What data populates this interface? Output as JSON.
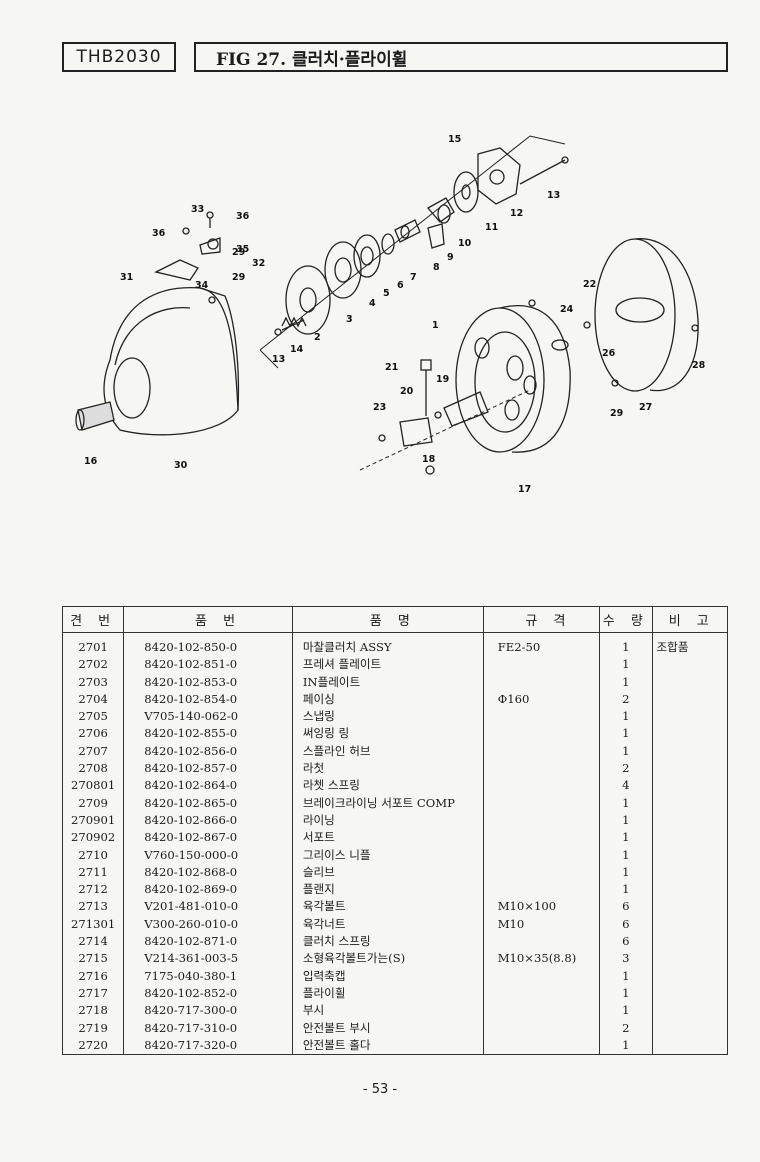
{
  "header": {
    "model": "THB2030",
    "figure_title": "FIG 27. 클러치·플라이휠"
  },
  "diagram": {
    "callouts": [
      "1",
      "2",
      "3",
      "4",
      "5",
      "6",
      "7",
      "8",
      "9",
      "10",
      "11",
      "12",
      "13",
      "14",
      "15",
      "16",
      "17",
      "18",
      "19",
      "20",
      "21",
      "22",
      "23",
      "24",
      "26",
      "27",
      "28",
      "29",
      "30",
      "31",
      "32",
      "33",
      "34",
      "35",
      "36"
    ]
  },
  "table": {
    "headers": {
      "no": "견 번",
      "part_no": "품 번",
      "name": "품 명",
      "spec": "규 격",
      "qty": "수 량",
      "remark": "비 고"
    },
    "rows": [
      {
        "no": "2701",
        "pn": "8420-102-850-0",
        "name": "마찰클러치 ASSY",
        "spec": "FE2-50",
        "qty": "1",
        "remark": "조합품"
      },
      {
        "no": "2702",
        "pn": "8420-102-851-0",
        "name": "프레셔 플레이트",
        "spec": "",
        "qty": "1",
        "remark": ""
      },
      {
        "no": "2703",
        "pn": "8420-102-853-0",
        "name": "IN플레이트",
        "spec": "",
        "qty": "1",
        "remark": ""
      },
      {
        "no": "2704",
        "pn": "8420-102-854-0",
        "name": "페이싱",
        "spec": "Φ160",
        "qty": "2",
        "remark": ""
      },
      {
        "no": "2705",
        "pn": "V705-140-062-0",
        "name": "스냅링",
        "spec": "",
        "qty": "1",
        "remark": ""
      },
      {
        "no": "2706",
        "pn": "8420-102-855-0",
        "name": "써잉링 링",
        "spec": "",
        "qty": "1",
        "remark": ""
      },
      {
        "no": "2707",
        "pn": "8420-102-856-0",
        "name": "스플라인 허브",
        "spec": "",
        "qty": "1",
        "remark": ""
      },
      {
        "no": "2708",
        "pn": "8420-102-857-0",
        "name": "라첫",
        "spec": "",
        "qty": "2",
        "remark": ""
      },
      {
        "no": "270801",
        "pn": "8420-102-864-0",
        "name": "라쳇 스프링",
        "spec": "",
        "qty": "4",
        "remark": ""
      },
      {
        "no": "2709",
        "pn": "8420-102-865-0",
        "name": "브레이크라이닝 서포트 COMP",
        "spec": "",
        "qty": "1",
        "remark": ""
      },
      {
        "no": "270901",
        "pn": "8420-102-866-0",
        "name": "라이닝",
        "spec": "",
        "qty": "1",
        "remark": ""
      },
      {
        "no": "270902",
        "pn": "8420-102-867-0",
        "name": "서포트",
        "spec": "",
        "qty": "1",
        "remark": ""
      },
      {
        "no": "2710",
        "pn": "V760-150-000-0",
        "name": "그리이스 니플",
        "spec": "",
        "qty": "1",
        "remark": ""
      },
      {
        "no": "2711",
        "pn": "8420-102-868-0",
        "name": "슬리브",
        "spec": "",
        "qty": "1",
        "remark": ""
      },
      {
        "no": "2712",
        "pn": "8420-102-869-0",
        "name": "플랜지",
        "spec": "",
        "qty": "1",
        "remark": ""
      },
      {
        "no": "2713",
        "pn": "V201-481-010-0",
        "name": "육각볼트",
        "spec": "M10×100",
        "qty": "6",
        "remark": ""
      },
      {
        "no": "271301",
        "pn": "V300-260-010-0",
        "name": "육각너트",
        "spec": "M10",
        "qty": "6",
        "remark": ""
      },
      {
        "no": "2714",
        "pn": "8420-102-871-0",
        "name": "클러치 스프링",
        "spec": "",
        "qty": "6",
        "remark": ""
      },
      {
        "no": "2715",
        "pn": "V214-361-003-5",
        "name": "소형육각볼트가는(S)",
        "spec": "M10×35(8.8)",
        "qty": "3",
        "remark": ""
      },
      {
        "no": "2716",
        "pn": "7175-040-380-1",
        "name": "입력축캡",
        "spec": "",
        "qty": "1",
        "remark": ""
      },
      {
        "no": "2717",
        "pn": "8420-102-852-0",
        "name": "플라이휠",
        "spec": "",
        "qty": "1",
        "remark": ""
      },
      {
        "no": "2718",
        "pn": "8420-717-300-0",
        "name": "부시",
        "spec": "",
        "qty": "1",
        "remark": ""
      },
      {
        "no": "2719",
        "pn": "8420-717-310-0",
        "name": "안전볼트 부시",
        "spec": "",
        "qty": "2",
        "remark": ""
      },
      {
        "no": "2720",
        "pn": "8420-717-320-0",
        "name": "안전볼트 홀다",
        "spec": "",
        "qty": "1",
        "remark": ""
      }
    ]
  },
  "footer": {
    "page": "- 53 -"
  }
}
